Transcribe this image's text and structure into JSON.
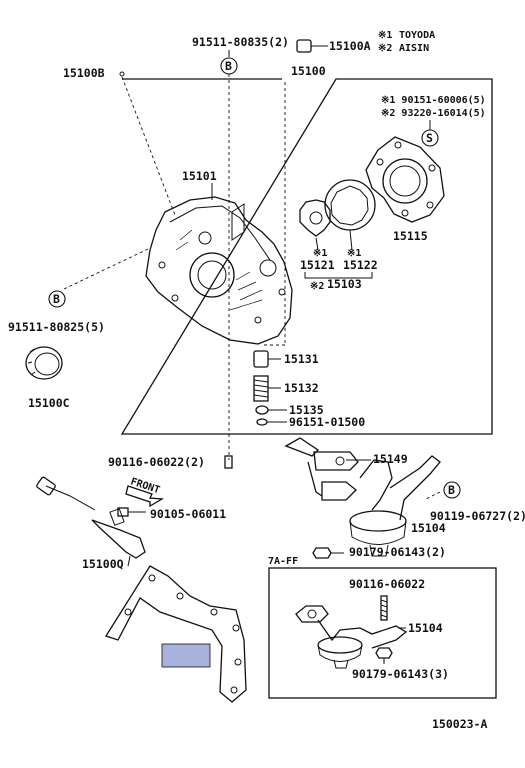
{
  "legend": {
    "mark1": "※1",
    "mark1_text": "TOYODA",
    "mark2": "※2",
    "mark2_text": "AISIN"
  },
  "parts": {
    "p_91511_80835": "91511-80835(2)",
    "p_15100A": "15100A",
    "p_15100": "15100",
    "p_15100B": "15100B",
    "p_90151_60006": "※1 90151-60006(5)",
    "p_93220_16014": "※2 93220-16014(5)",
    "p_15101": "15101",
    "p_15115": "15115",
    "p_15121": "15121",
    "p_15122": "15122",
    "p_15103": "15103",
    "p_15121_mark": "※1",
    "p_15122_mark": "※1",
    "p_15103_mark": "※2",
    "p_91511_80825": "91511-80825(5)",
    "p_15100C": "15100C",
    "p_15131": "15131",
    "p_15132": "15132",
    "p_15135": "15135",
    "p_96151_01500": "96151-01500",
    "p_90116_06022_2": "90116-06022(2)",
    "p_15149": "15149",
    "p_90119_06727": "90119-06727(2)",
    "p_15104_a": "15104",
    "p_90105_06011": "90105-06011",
    "p_15100Q": "15100Q",
    "p_90179_06143_2": "90179-06143(2)",
    "p_7A_FF": "7A-FF",
    "p_90116_06022": "90116-06022",
    "p_15104_b": "15104",
    "p_90179_06143_3": "90179-06143(3)",
    "front": "FRONT",
    "figure_id": "150023-A"
  },
  "refs": {
    "B": "B",
    "S": "S"
  },
  "colors": {
    "line": "#111111",
    "highlight": "#a9b1dd"
  }
}
